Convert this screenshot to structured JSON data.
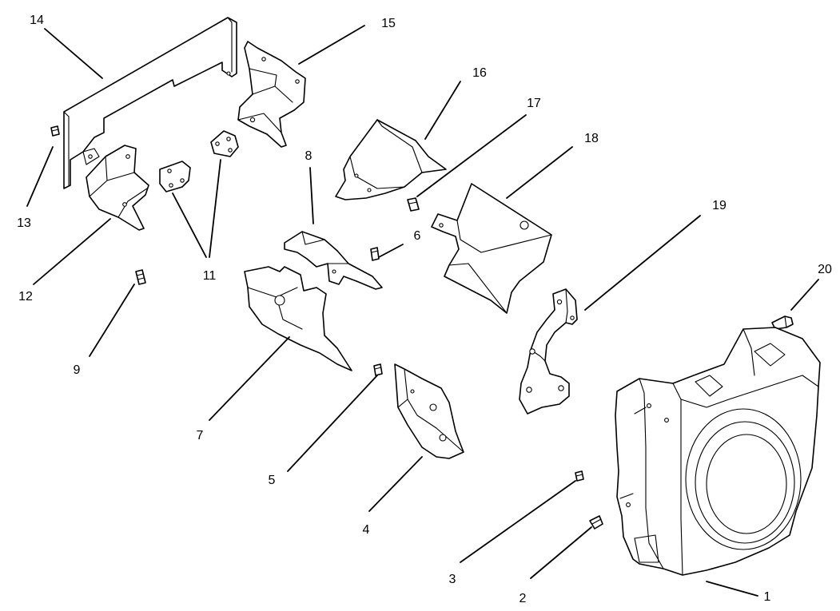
{
  "callouts": [
    {
      "id": "1",
      "label": "1"
    },
    {
      "id": "2",
      "label": "2"
    },
    {
      "id": "3",
      "label": "3"
    },
    {
      "id": "4",
      "label": "4"
    },
    {
      "id": "5",
      "label": "5"
    },
    {
      "id": "6",
      "label": "6"
    },
    {
      "id": "7",
      "label": "7"
    },
    {
      "id": "8",
      "label": "8"
    },
    {
      "id": "9",
      "label": "9"
    },
    {
      "id": "11",
      "label": "11"
    },
    {
      "id": "12",
      "label": "12"
    },
    {
      "id": "13",
      "label": "13"
    },
    {
      "id": "14",
      "label": "14"
    },
    {
      "id": "15",
      "label": "15"
    },
    {
      "id": "16",
      "label": "16"
    },
    {
      "id": "17",
      "label": "17"
    },
    {
      "id": "18",
      "label": "18"
    },
    {
      "id": "19",
      "label": "19"
    },
    {
      "id": "20",
      "label": "20"
    }
  ],
  "colors": {
    "line": "#000000",
    "background": "#ffffff"
  }
}
